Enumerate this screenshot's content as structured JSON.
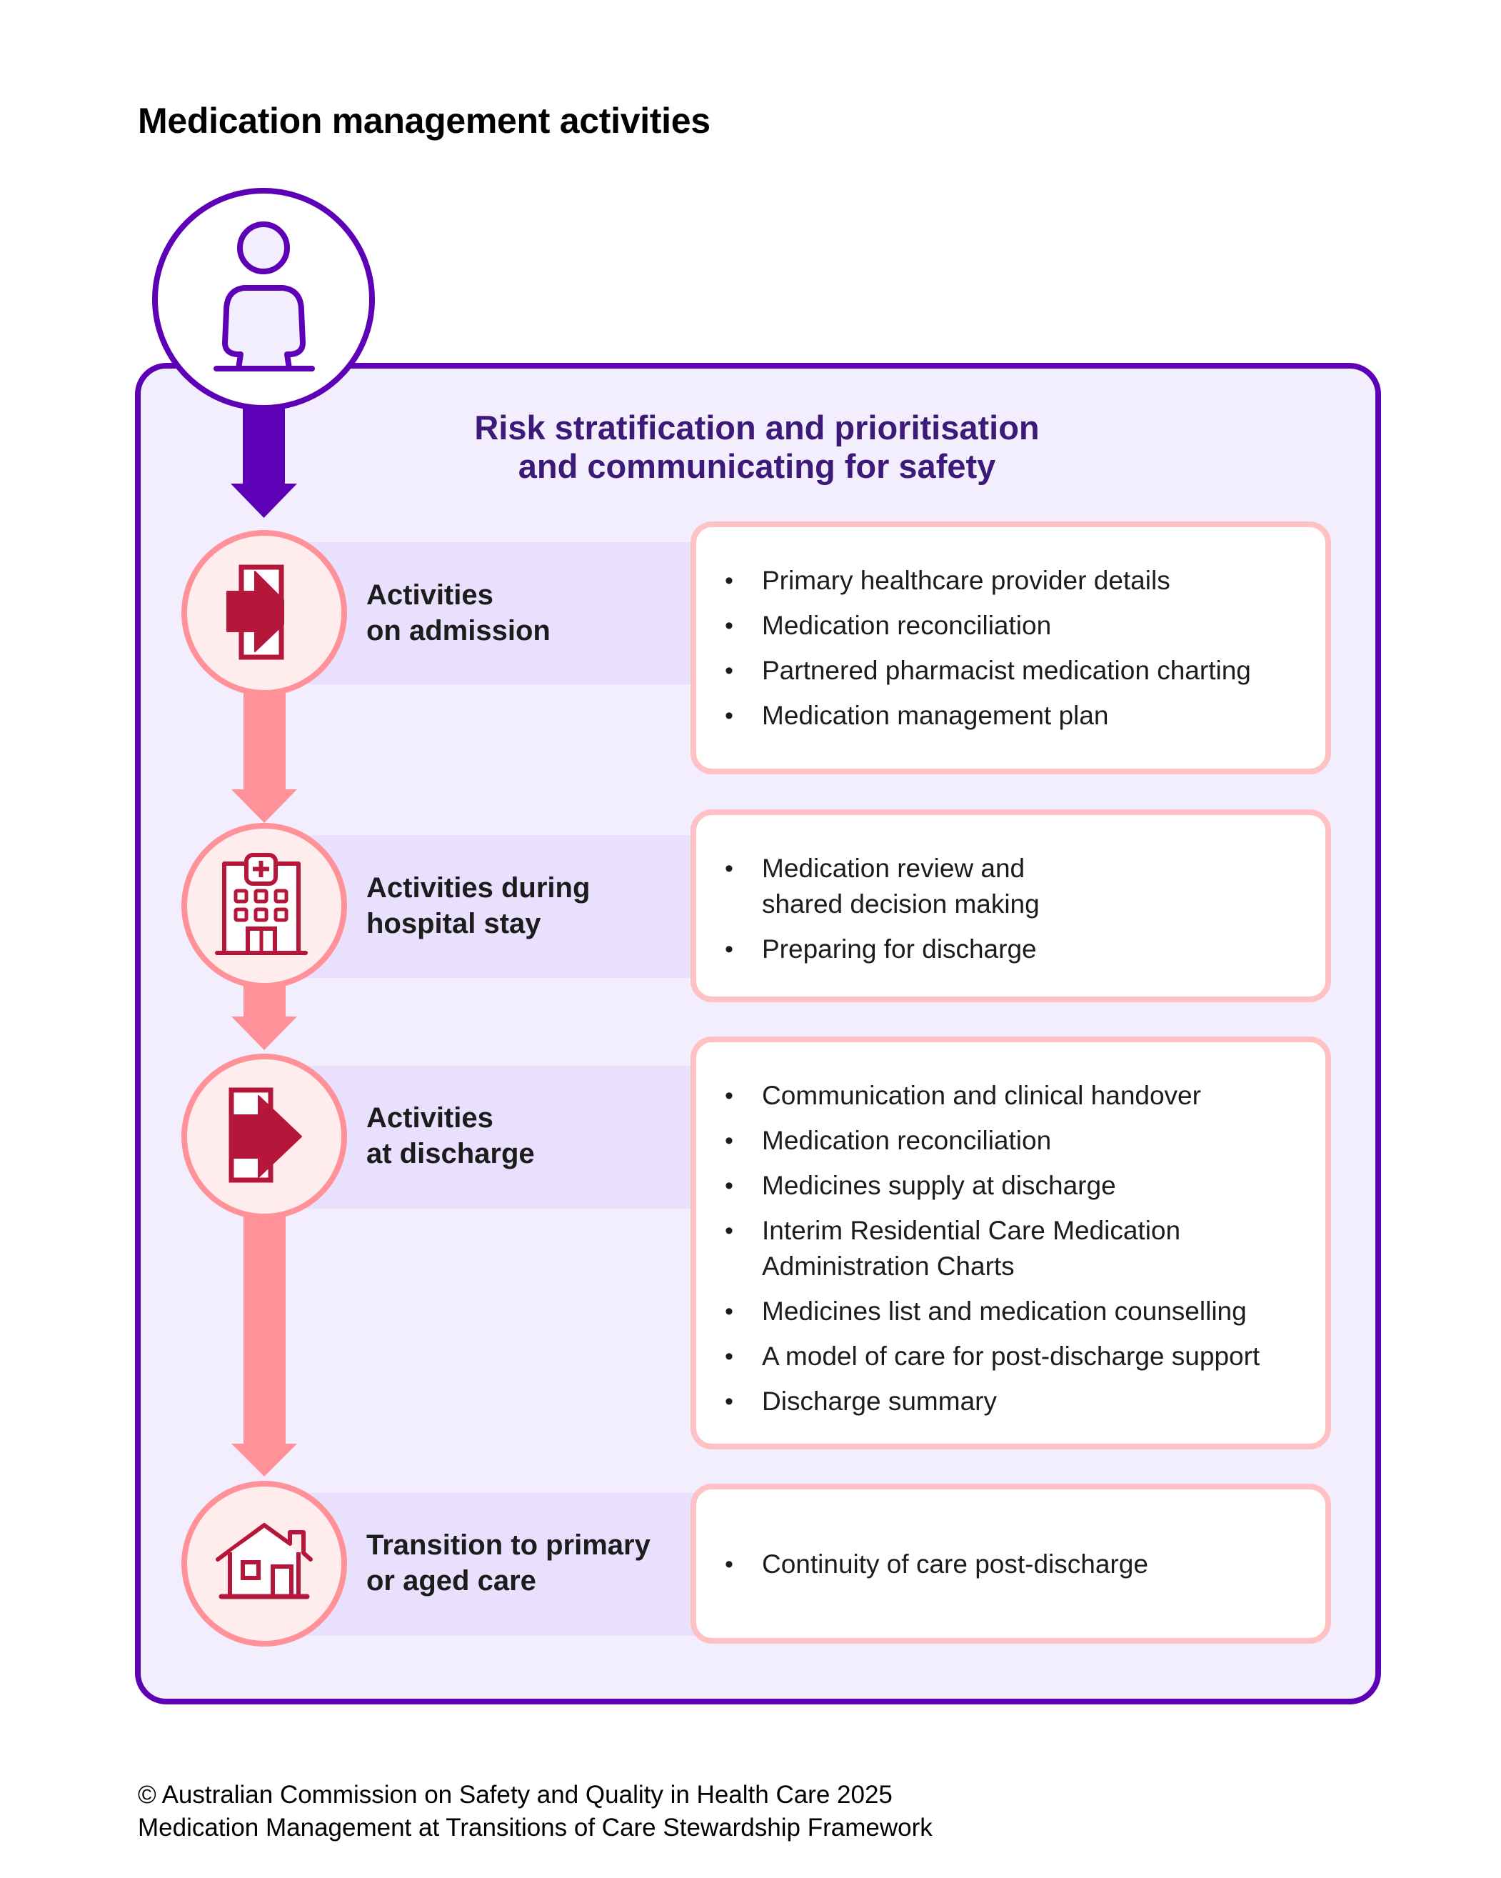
{
  "title": "Medication management activities",
  "section_heading": {
    "line1": "Risk stratification and prioritisation",
    "line2": "and communicating for safety"
  },
  "colors": {
    "primary_purple": "#5e00b5",
    "heading_purple": "#3d1a78",
    "box_background": "#f3eefe",
    "label_band": "#e8e0fd",
    "step_pink": "#ff9199",
    "step_circle_fill": "#ffecec",
    "content_border": "#ffc2c4",
    "icon_red": "#b5173a"
  },
  "person_icon": "person-icon",
  "steps": [
    {
      "icon": "admission-door-enter-icon",
      "label_line1": "Activities",
      "label_line2": "on admission",
      "items": [
        "Primary healthcare provider details",
        "Medication reconciliation",
        "Partnered pharmacist medication charting",
        "Medication management plan"
      ]
    },
    {
      "icon": "hospital-building-icon",
      "label_line1": "Activities during",
      "label_line2": "hospital stay",
      "items": [
        "Medication review and shared decision making",
        "Preparing for discharge"
      ]
    },
    {
      "icon": "discharge-door-exit-icon",
      "label_line1": "Activities",
      "label_line2": "at discharge",
      "items": [
        "Communication and clinical handover",
        "Medication reconciliation",
        "Medicines supply at discharge",
        "Interim Residential Care Medication Administration Charts",
        "Medicines list and medication counselling",
        "A model of care for post-discharge support",
        "Discharge summary"
      ]
    },
    {
      "icon": "house-icon",
      "label_line1": "Transition to primary",
      "label_line2": "or aged care",
      "items": [
        "Continuity of care post-discharge"
      ]
    }
  ],
  "footer": {
    "line1": "© Australian Commission on Safety and Quality in Health Care 2025",
    "line2": "Medication Management at Transitions of Care Stewardship Framework"
  }
}
